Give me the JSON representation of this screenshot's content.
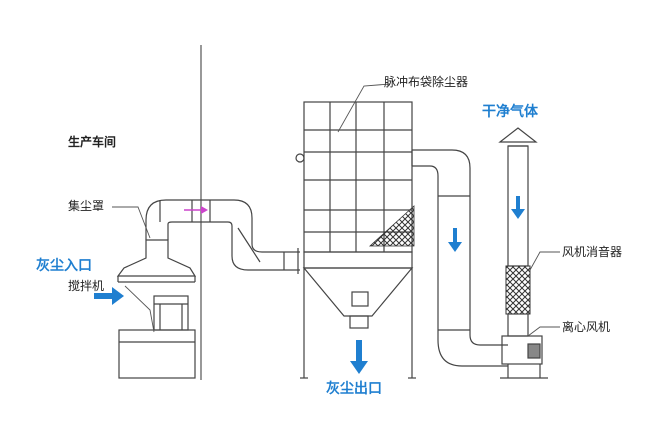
{
  "labels": {
    "workshop": "生产车间",
    "hood": "集尘罩",
    "dust_inlet": "灰尘入口",
    "mixer": "搅拌机",
    "collector": "脉冲布袋除尘器",
    "clean_gas": "干净气体",
    "silencer": "风机消音器",
    "fan": "离心风机",
    "dust_outlet": "灰尘出口"
  },
  "colors": {
    "line": "#444444",
    "flow_arrow": "#1f7fd0",
    "flow_arrow_in_duct": "#cc44cc",
    "mesh": "#333333"
  }
}
